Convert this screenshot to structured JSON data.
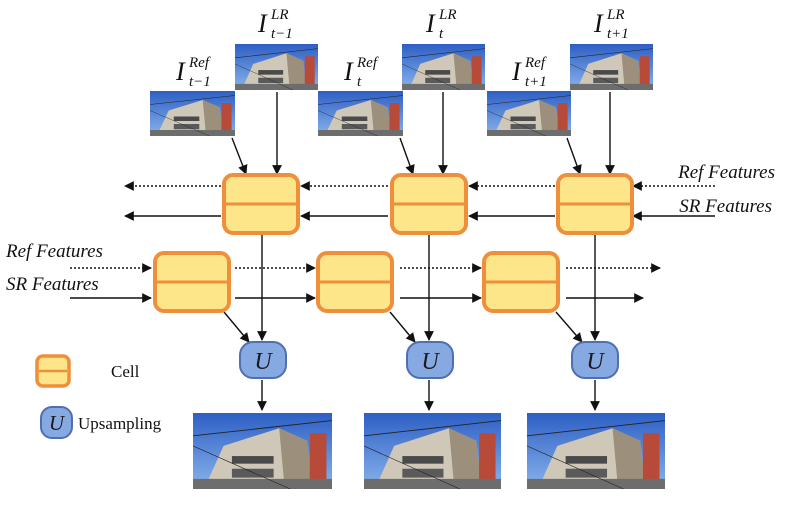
{
  "frames": [
    {
      "ref_base": "I",
      "ref_sup": "Ref",
      "ref_sub": "t−1",
      "lr_base": "I",
      "lr_sup": "LR",
      "lr_sub": "t−1"
    },
    {
      "ref_base": "I",
      "ref_sup": "Ref",
      "ref_sub": "t",
      "lr_base": "I",
      "lr_sup": "LR",
      "lr_sub": "t"
    },
    {
      "ref_base": "I",
      "ref_sup": "Ref",
      "ref_sub": "t+1",
      "lr_base": "I",
      "lr_sup": "LR",
      "lr_sub": "t+1"
    }
  ],
  "flow_labels": {
    "backward": {
      "ref": "Ref Features",
      "sr": "SR Features"
    },
    "forward": {
      "ref": "Ref Features",
      "sr": "SR Features"
    }
  },
  "upsample_symbol": "U",
  "legend": {
    "cell_label": "Cell",
    "upsampling_symbol": "U",
    "upsampling_label": "Upsampling"
  },
  "colors": {
    "cell_fill": "#fde58a",
    "cell_stroke": "#ef8f3c",
    "upsample_fill": "#87a9e2",
    "upsample_stroke": "#4e6fb0",
    "arrow": "#111111"
  }
}
